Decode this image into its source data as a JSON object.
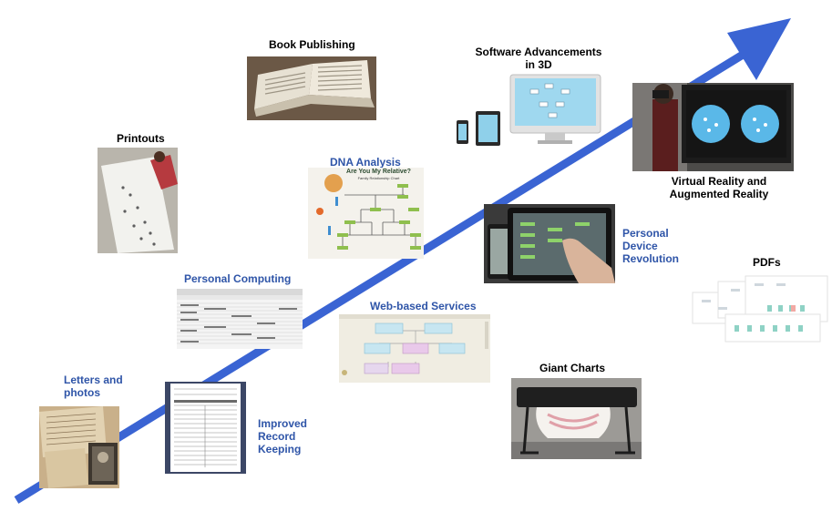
{
  "colors": {
    "arrow": "#3a64d3",
    "label_black": "#000000",
    "label_blue": "#2f55a8"
  },
  "labels": {
    "book_publishing": "Book Publishing",
    "software_3d": "Software Advancements in 3D",
    "printouts": "Printouts",
    "dna_analysis": "DNA Analysis",
    "vr_ar": "Virtual Reality and Augmented Reality",
    "personal_device": "Personal Device Revolution",
    "pdfs": "PDFs",
    "personal_computing": "Personal Computing",
    "web_services": "Web-based Services",
    "giant_charts": "Giant Charts",
    "letters_photos": "Letters and photos",
    "record_keeping": "Improved Record Keeping"
  },
  "images": {
    "dna_poster_title": "Are You My Relative?",
    "dna_poster_subtitle": "Family Relationship Chart"
  },
  "icons": {
    "arrow": "timeline-arrow-icon"
  }
}
